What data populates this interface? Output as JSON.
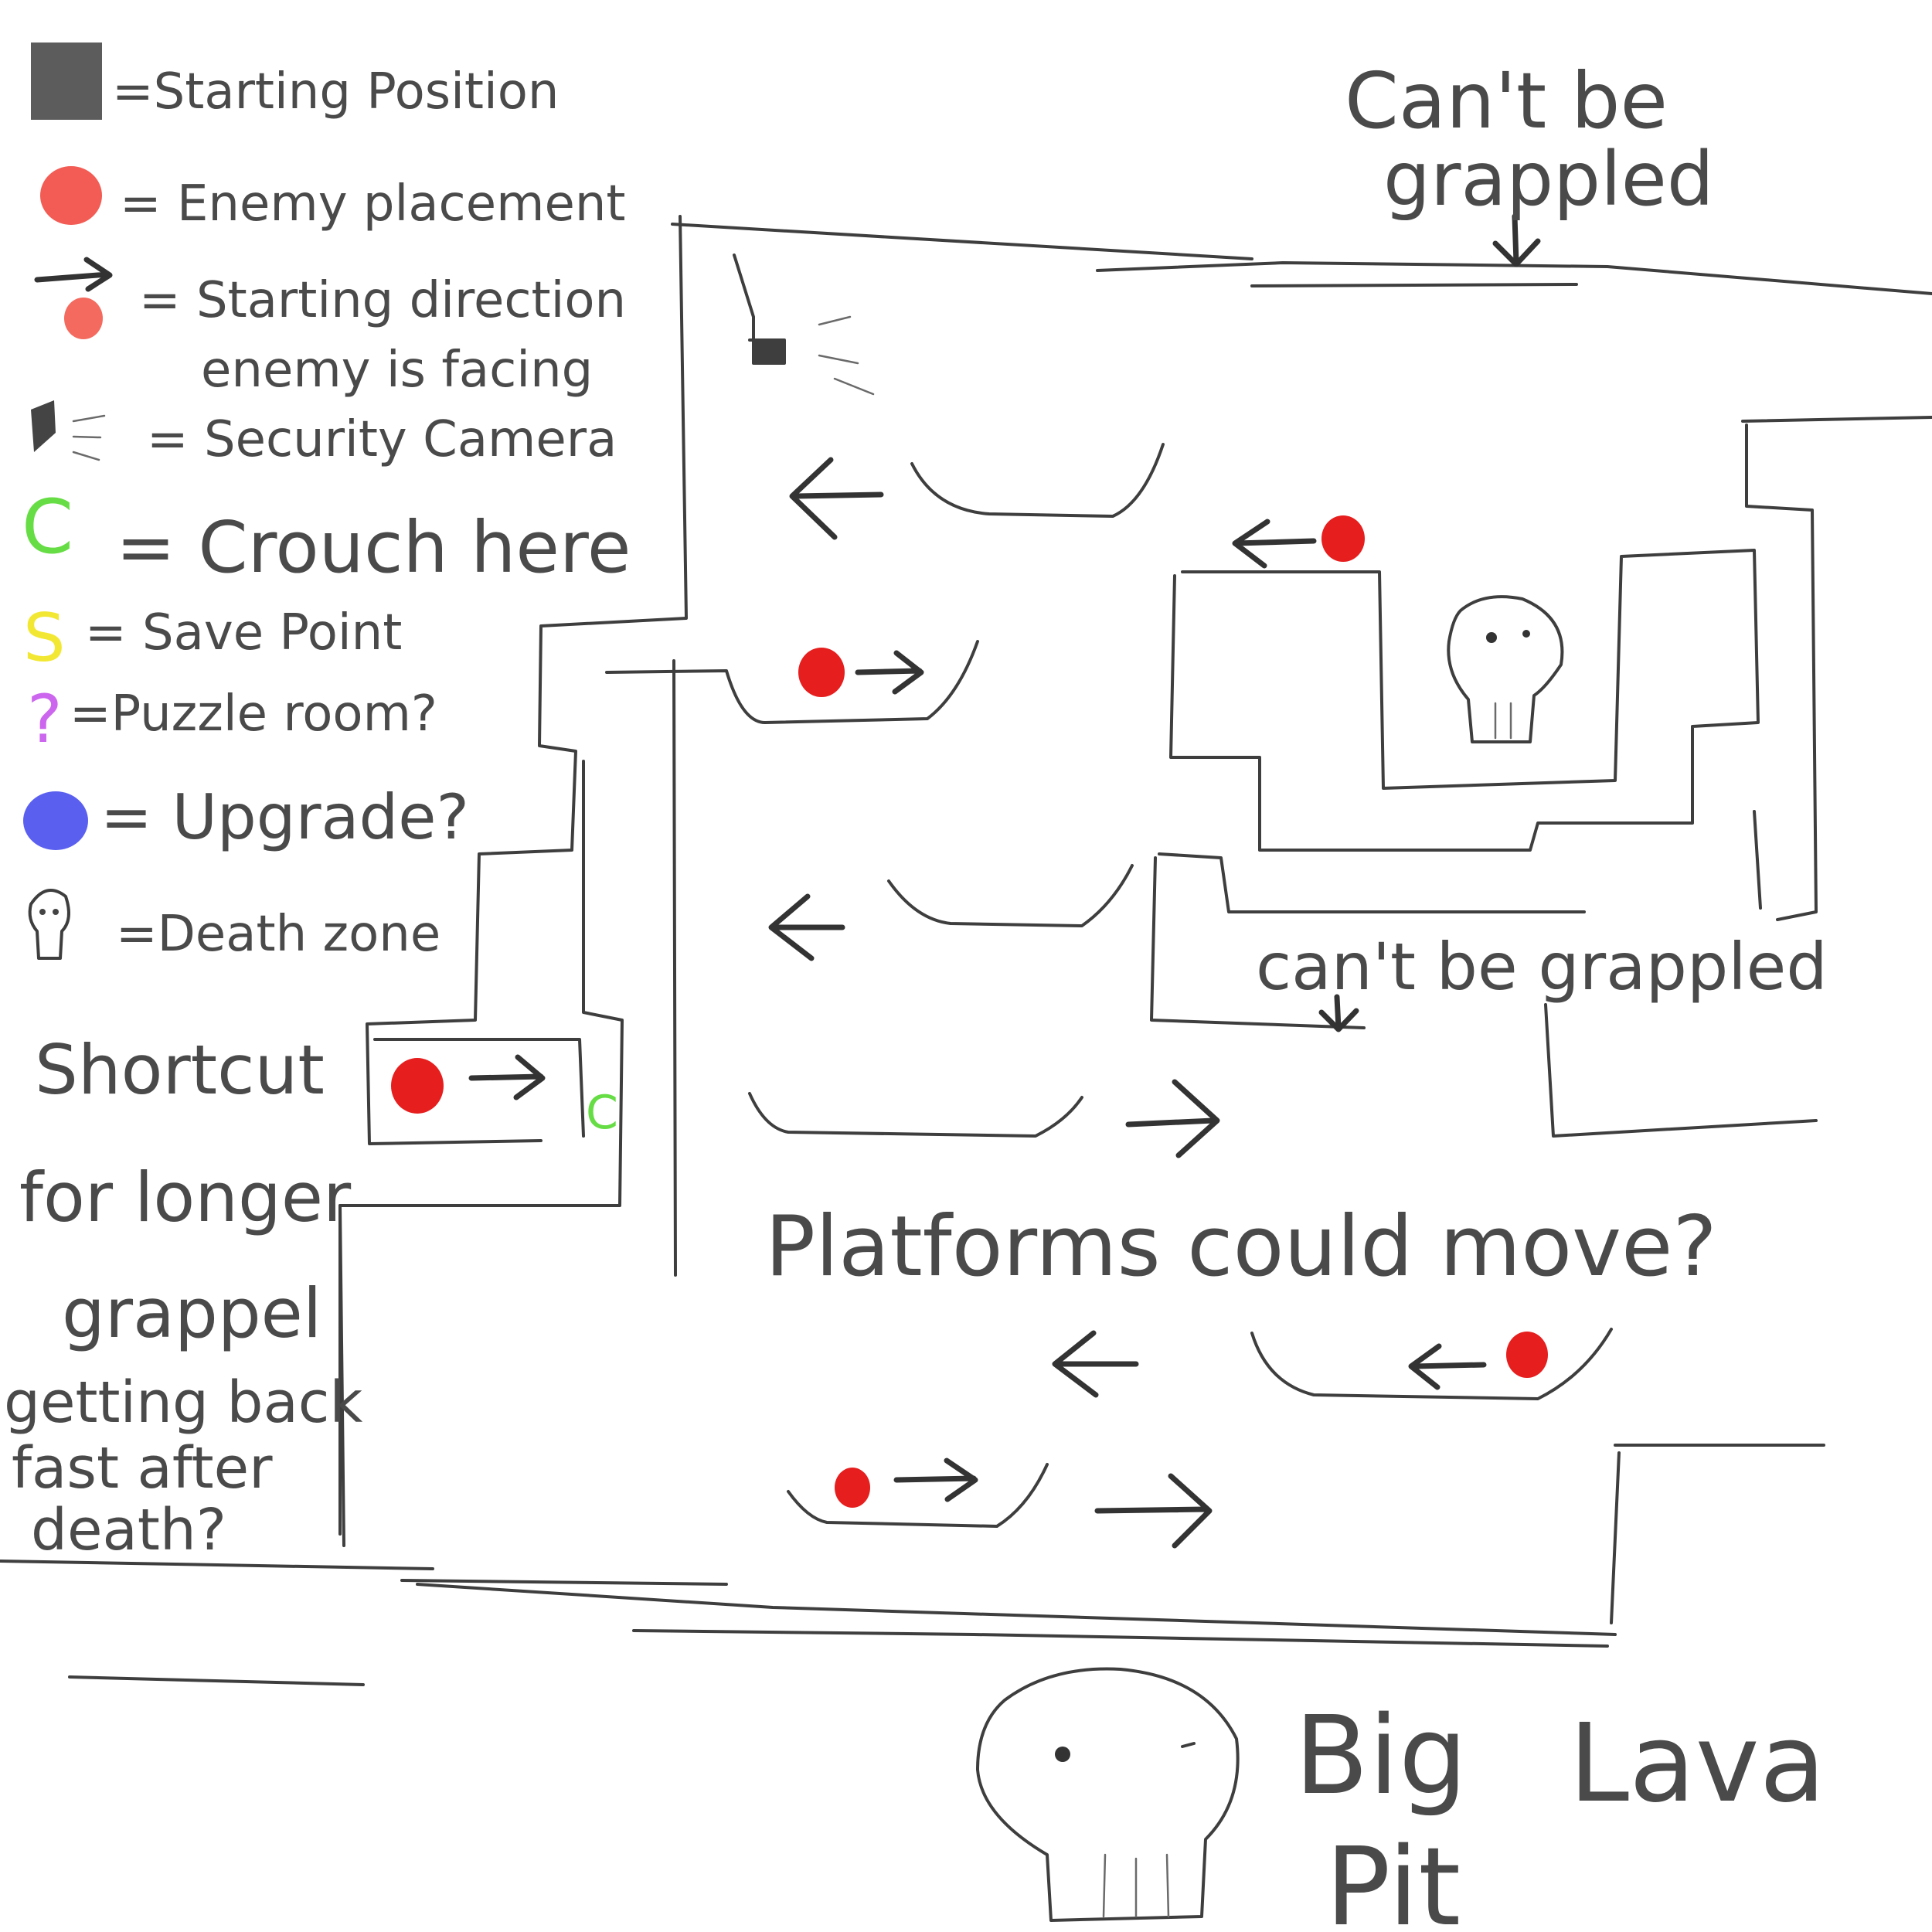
{
  "legend": {
    "items": [
      {
        "icon": "starting-position-icon",
        "text": "=Starting Position",
        "color": "#5a5a5a"
      },
      {
        "icon": "enemy-dot-icon",
        "text": "= Enemy placement",
        "color": "#f25c54"
      },
      {
        "icon": "enemy-direction-icon",
        "text": "= Starting direction",
        "text2": "enemy is facing",
        "color": "#f25c54"
      },
      {
        "icon": "security-camera-icon",
        "text": "= Security Camera",
        "color": "#333333"
      },
      {
        "icon": "crouch-icon",
        "text": "= Crouch here",
        "glyph": "C",
        "color": "#66dd44"
      },
      {
        "icon": "save-point-icon",
        "text": "= Save Point",
        "glyph": "S",
        "color": "#f2e833"
      },
      {
        "icon": "puzzle-room-icon",
        "text": "=Puzzle room?",
        "glyph": "?",
        "color": "#cc66ee"
      },
      {
        "icon": "upgrade-dot-icon",
        "text": "= Upgrade?",
        "color": "#5a5ff0"
      },
      {
        "icon": "death-zone-skull-icon",
        "text": "=Death zone",
        "color": "#555555"
      }
    ]
  },
  "notes": {
    "cant_grapple_top": [
      "Can't be",
      "grappled"
    ],
    "cant_grapple_mid": "can't be grappled",
    "platforms_move": "Platforms could move?",
    "shortcut": [
      "Shortcut",
      "for longer",
      "grappel",
      "getting back",
      "fast after",
      "death?"
    ],
    "lava_pit": [
      "Big",
      "Lava",
      "Pit"
    ],
    "crouch_marker": "C"
  },
  "colors": {
    "enemy": "#e61e1e",
    "ink": "#3e3e3e",
    "crouch": "#66dd44"
  }
}
